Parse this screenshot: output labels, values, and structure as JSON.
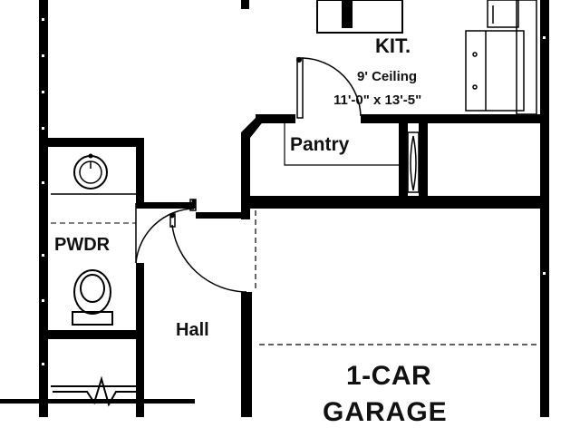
{
  "floor_plan": {
    "rooms": {
      "kitchen": {
        "name": "KIT.",
        "ceiling": "9' Ceiling",
        "dimensions": "11'-0\" x 13'-5\""
      },
      "pantry": {
        "name": "Pantry"
      },
      "powder_room": {
        "name": "PWDR"
      },
      "hall": {
        "name": "Hall"
      },
      "garage": {
        "name_line1": "1-CAR",
        "name_line2": "GARAGE"
      }
    },
    "fixtures": [
      "sink-icon",
      "toilet-icon",
      "stove-icon",
      "refrigerator-icon",
      "cabinet-icon"
    ],
    "colors": {
      "wall": "#000000",
      "background": "#ffffff"
    }
  }
}
